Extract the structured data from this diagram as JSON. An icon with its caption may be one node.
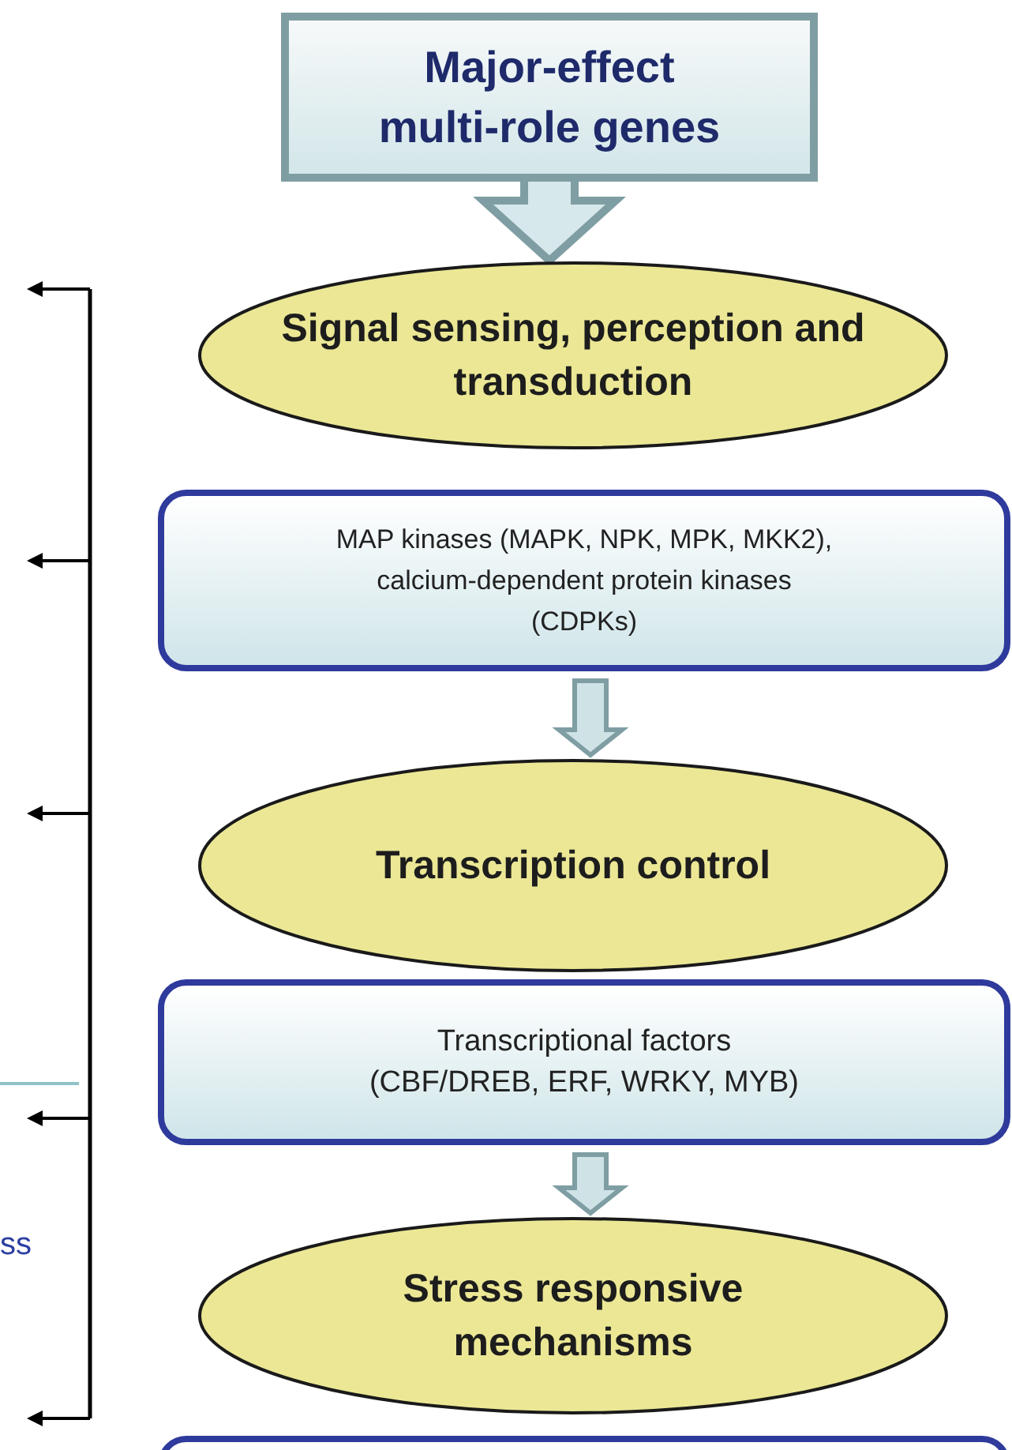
{
  "diagram": {
    "nodes": [
      {
        "text": [
          "Major-effect multi-role genes"
        ]
      },
      {
        "text": [
          "Signal sensing, perception and transduction"
        ]
      },
      {
        "text": [
          "MAP kinases (MAPK, NPK, MPK,  MKK2), calcium-dependent protein kinases (CDPKs)"
        ]
      },
      {
        "text": [
          "Transcription control"
        ]
      },
      {
        "text": [
          "Transcriptional factors (CBF/DREB, ERF, WRKY, MYB)"
        ]
      },
      {
        "text": [
          "Stress responsive mechanisms"
        ]
      },
      {
        "text": [],
        "shape": "box"
      }
    ],
    "edges": [
      {
        "from": 0,
        "to": 1,
        "arrow": "to",
        "style": "thick"
      },
      {
        "from": 2,
        "to": 3,
        "arrow": "to"
      },
      {
        "from": 4,
        "to": 5,
        "arrow": "to"
      }
    ],
    "labels": [
      "ss"
    ]
  }
}
